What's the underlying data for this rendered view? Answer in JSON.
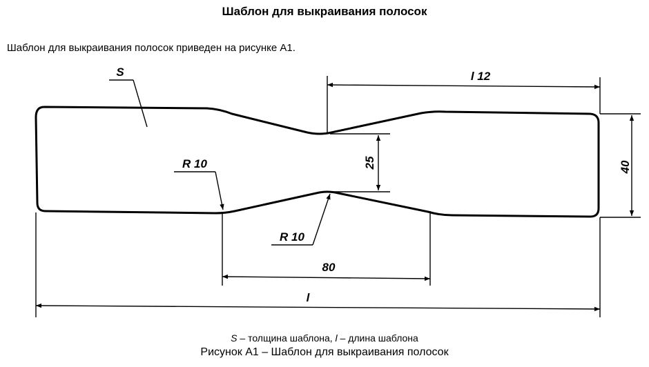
{
  "heading": "Шаблон для выкраивания полосок",
  "intro": "Шаблон для выкраивания полосок приведен на рисунке А1.",
  "labels": {
    "thickness": "S",
    "radius_top": "R 10",
    "radius_bottom": "R 10",
    "half_length": "l 12",
    "neck_width": "25",
    "width": "40",
    "narrow_length": "80",
    "total_length": "l"
  },
  "legend": {
    "s_symbol": "S",
    "s_text": " – толщина шаблона, ",
    "l_symbol": "l",
    "l_text": " – длина шаблона"
  },
  "caption": "Рисунок А1 – Шаблон для выкраивания полосок"
}
